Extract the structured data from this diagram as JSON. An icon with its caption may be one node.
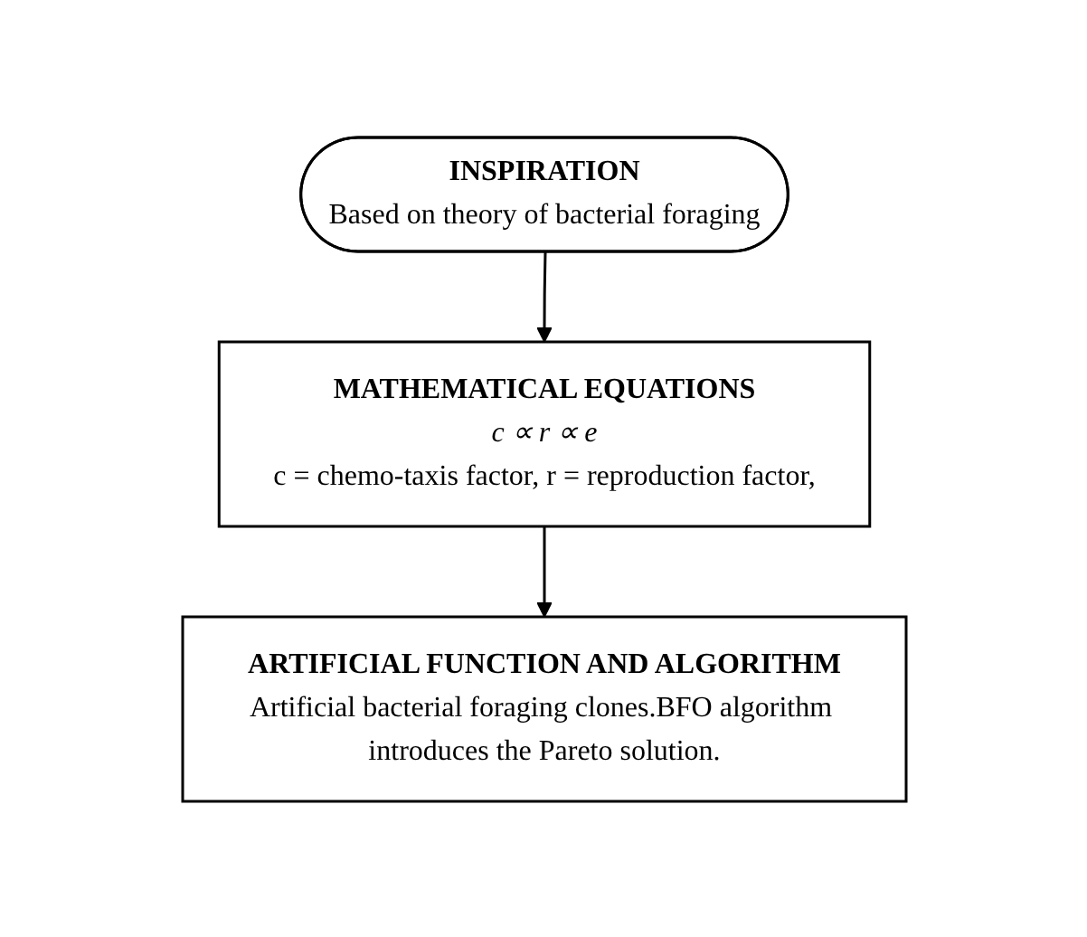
{
  "diagram": {
    "nodes": [
      {
        "text": [
          "INSPIRATION",
          "Based on theory of bacterial foraging"
        ]
      },
      {
        "text": [
          "MATHEMATICAL EQUATIONS",
          "c ∝ r ∝ e",
          "c = chemo-taxis factor, r = reproduction factor,"
        ]
      },
      {
        "text": [
          "ARTIFICIAL FUNCTION AND ALGORITHM",
          "Artificial bacterial foraging clones.BFO algorithm introduces the Pareto solution."
        ]
      }
    ],
    "edges": [
      {
        "from": 0,
        "to": 1,
        "arrow": "to"
      },
      {
        "from": 1,
        "to": 2,
        "arrow": "to"
      }
    ]
  }
}
